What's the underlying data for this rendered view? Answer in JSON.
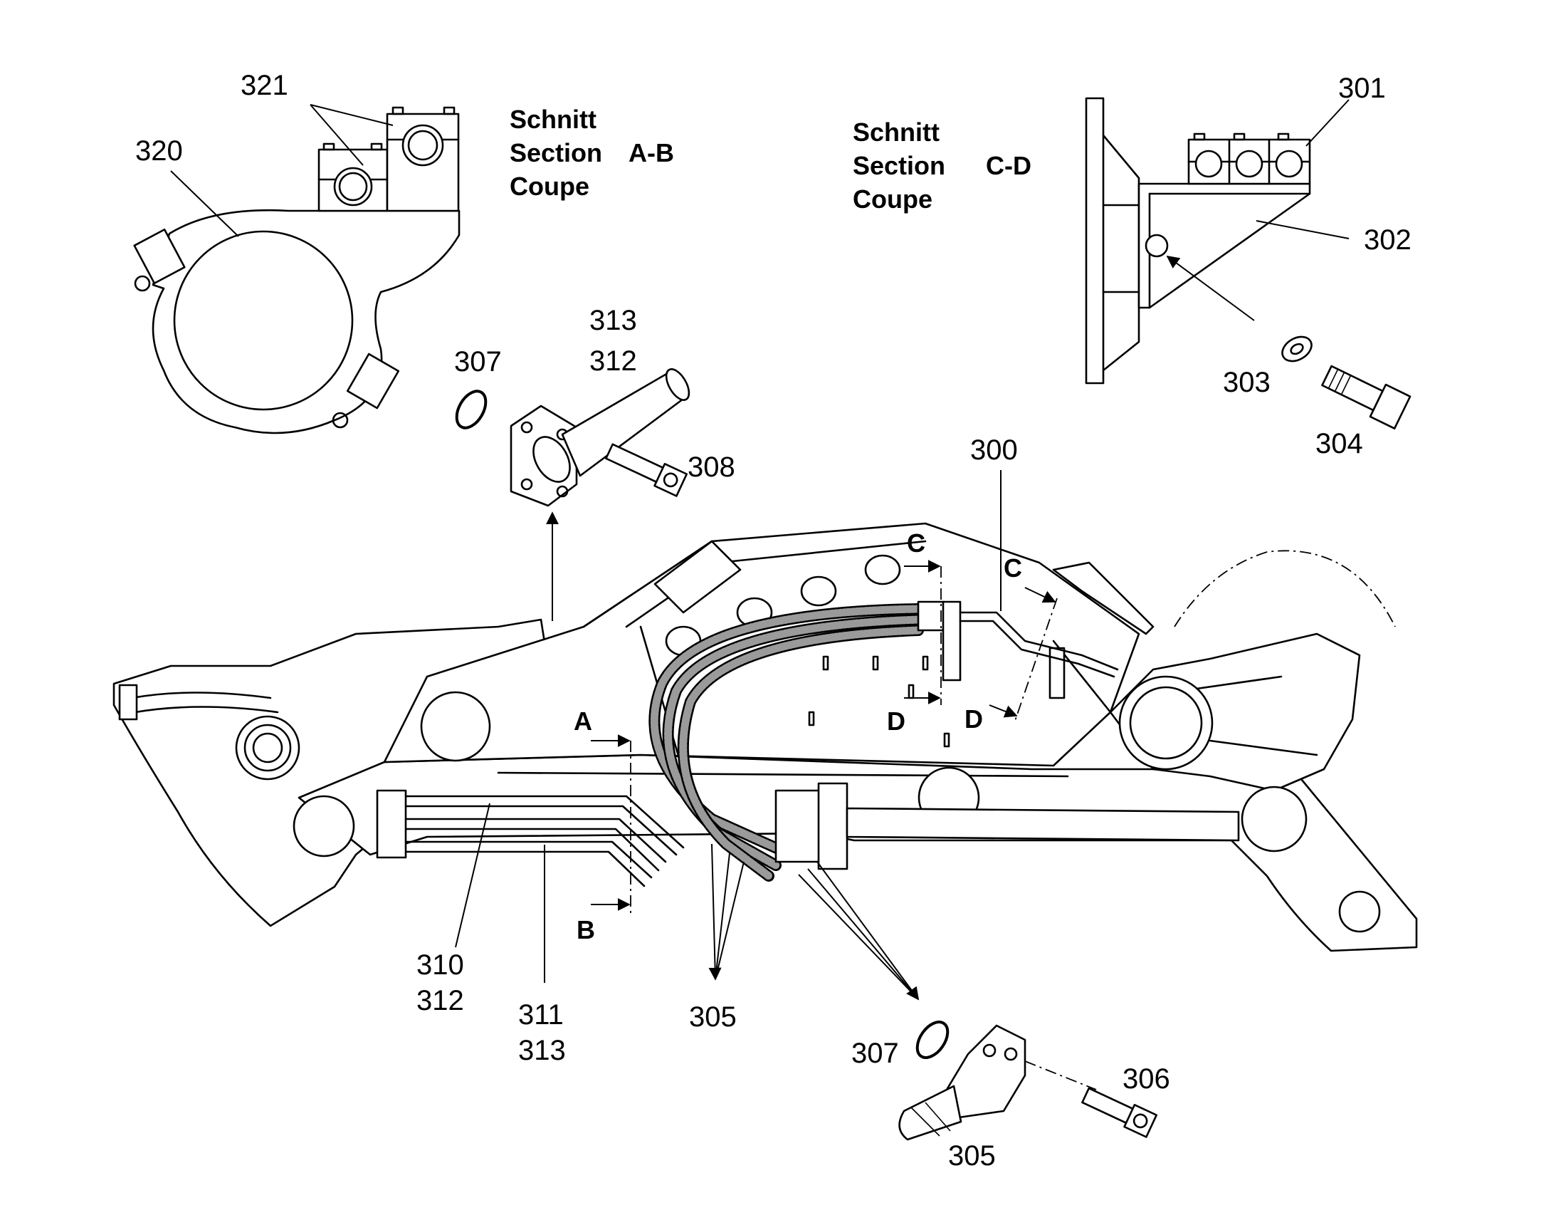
{
  "section_headers": {
    "ab": {
      "line1": "Schnitt",
      "line2": "Section",
      "line3": "Coupe",
      "code": "A-B"
    },
    "cd": {
      "line1": "Schnitt",
      "line2": "Section",
      "line3": "Coupe",
      "code": "C-D"
    }
  },
  "section_marks": {
    "a": "A",
    "b": "B",
    "c": "C",
    "d": "D"
  },
  "parts": {
    "p300": "300",
    "p301": "301",
    "p302": "302",
    "p303": "303",
    "p304": "304",
    "p305": "305",
    "p306": "306",
    "p307": "307",
    "p308": "308",
    "p310": "310",
    "p311": "311",
    "p312": "312",
    "p313": "313",
    "p320": "320",
    "p321": "321"
  }
}
